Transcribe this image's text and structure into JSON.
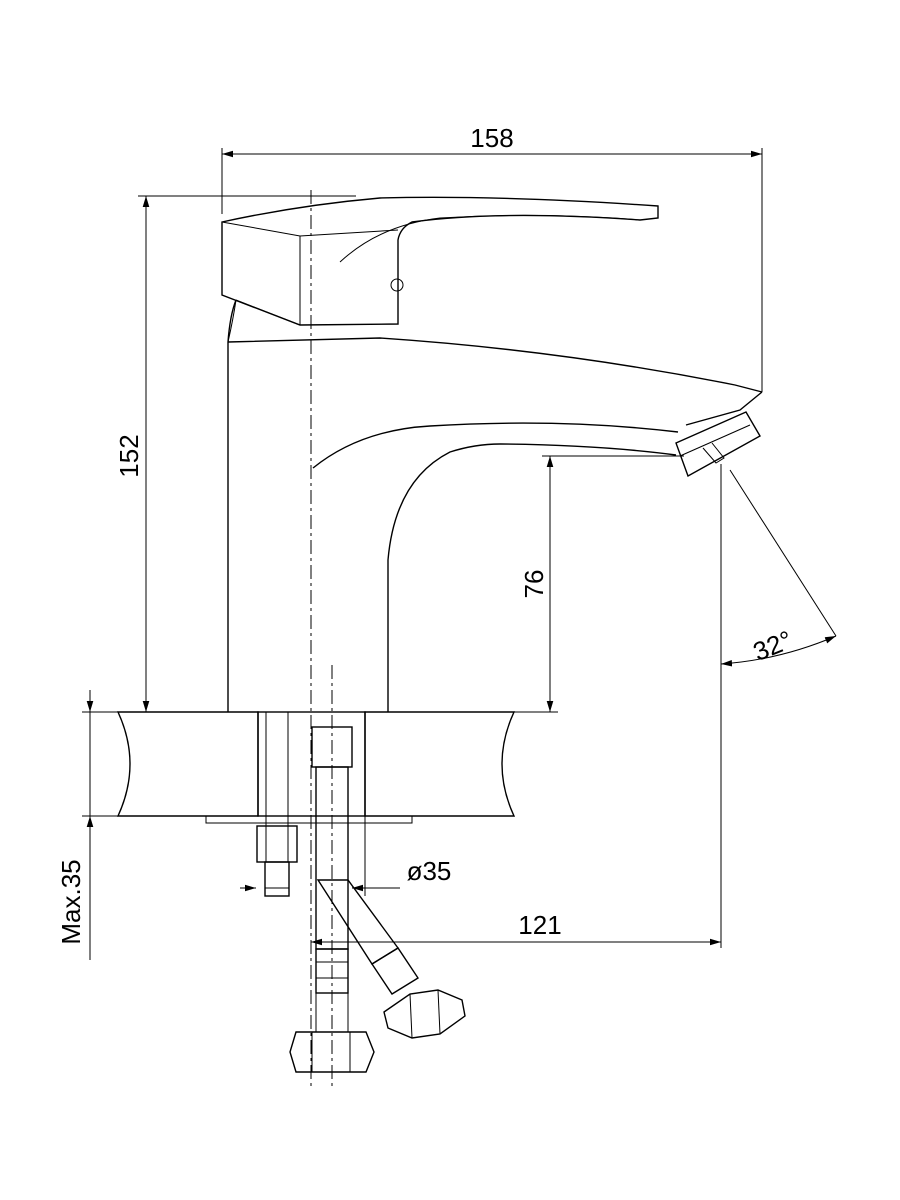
{
  "diagram": {
    "dimensions": {
      "total_length": "158",
      "total_height": "152",
      "spout_height": "76",
      "spout_angle": "32°",
      "spout_reach": "121",
      "hole_diameter": "ø35",
      "max_counter_thickness": "Max.35"
    }
  }
}
